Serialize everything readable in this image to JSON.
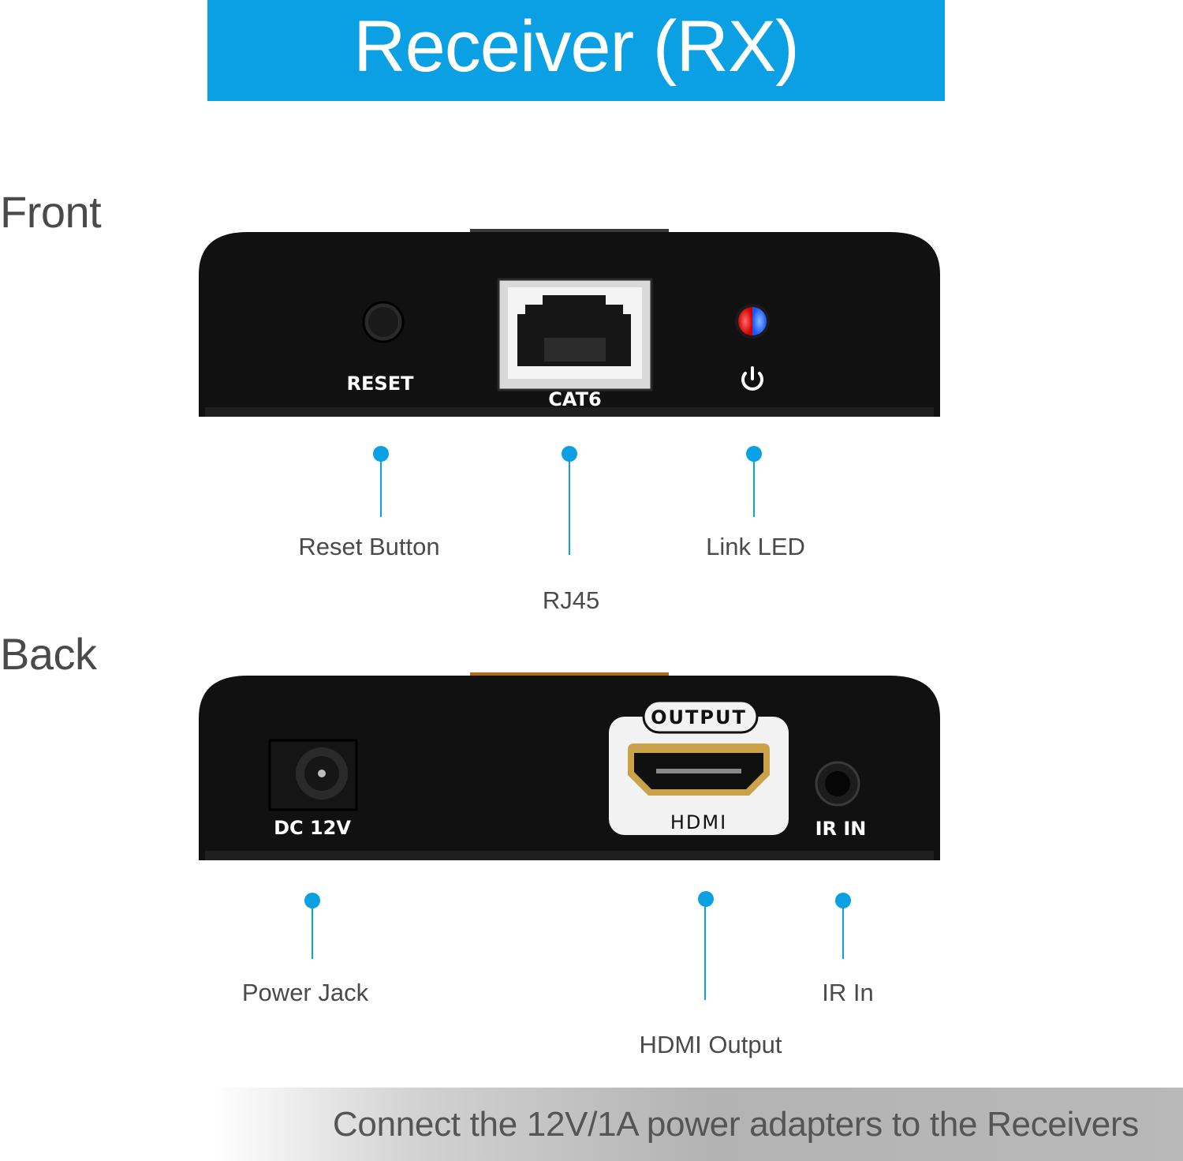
{
  "title": "Receiver (RX)",
  "sections": {
    "front": "Front",
    "back": "Back"
  },
  "front_panel": {
    "reset_text": "RESET",
    "cat6_text": "CAT6",
    "power_symbol": "⏻"
  },
  "back_panel": {
    "dc_text": "DC 12V",
    "output_text": "OUTPUT",
    "hdmi_text": "HDMI",
    "ir_text": "IR IN"
  },
  "front_callouts": {
    "reset": "Reset Button",
    "rj45": "RJ45",
    "link_led": "Link LED"
  },
  "back_callouts": {
    "power_jack": "Power Jack",
    "hdmi_output": "HDMI Output",
    "ir_in": "IR In"
  },
  "footer": "Connect the 12V/1A power adapters to the Receivers",
  "colors": {
    "accent": "#0b9fe3",
    "device_body": "#0e0e0e",
    "text_gray": "#4a4a4a"
  }
}
